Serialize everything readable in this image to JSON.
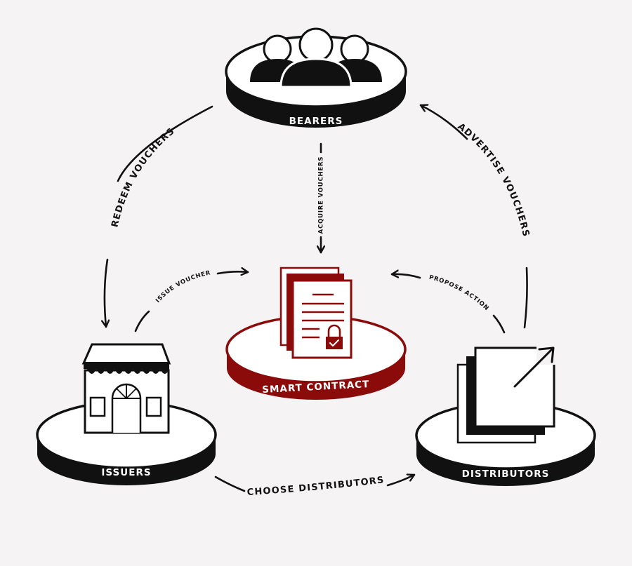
{
  "nodes": {
    "bearers": {
      "label": "BEARERS"
    },
    "issuers": {
      "label": "ISSUERS"
    },
    "distributors": {
      "label": "DISTRIBUTORS"
    },
    "smart_contract": {
      "label": "SMART CONTRACT"
    }
  },
  "flows": {
    "redeem_vouchers": "REDEEM VOUCHERS",
    "advertise_vouchers": "ADVERTISE VOUCHERS",
    "acquire_vouchers": "ACQUIRE VOUCHERS",
    "issue_voucher": "ISSUE VOUCHER",
    "propose_action": "PROPOSE ACTION",
    "choose_distributors": "CHOOSE DISTRIBUTORS"
  },
  "colors": {
    "background": "#f5f3f3",
    "ink": "#111111",
    "accent": "#8b0b0b"
  },
  "icons": {
    "bearers": "people-group-icon",
    "issuers": "storefront-icon",
    "distributors": "share-external-icon",
    "smart_contract": "locked-document-icon"
  }
}
